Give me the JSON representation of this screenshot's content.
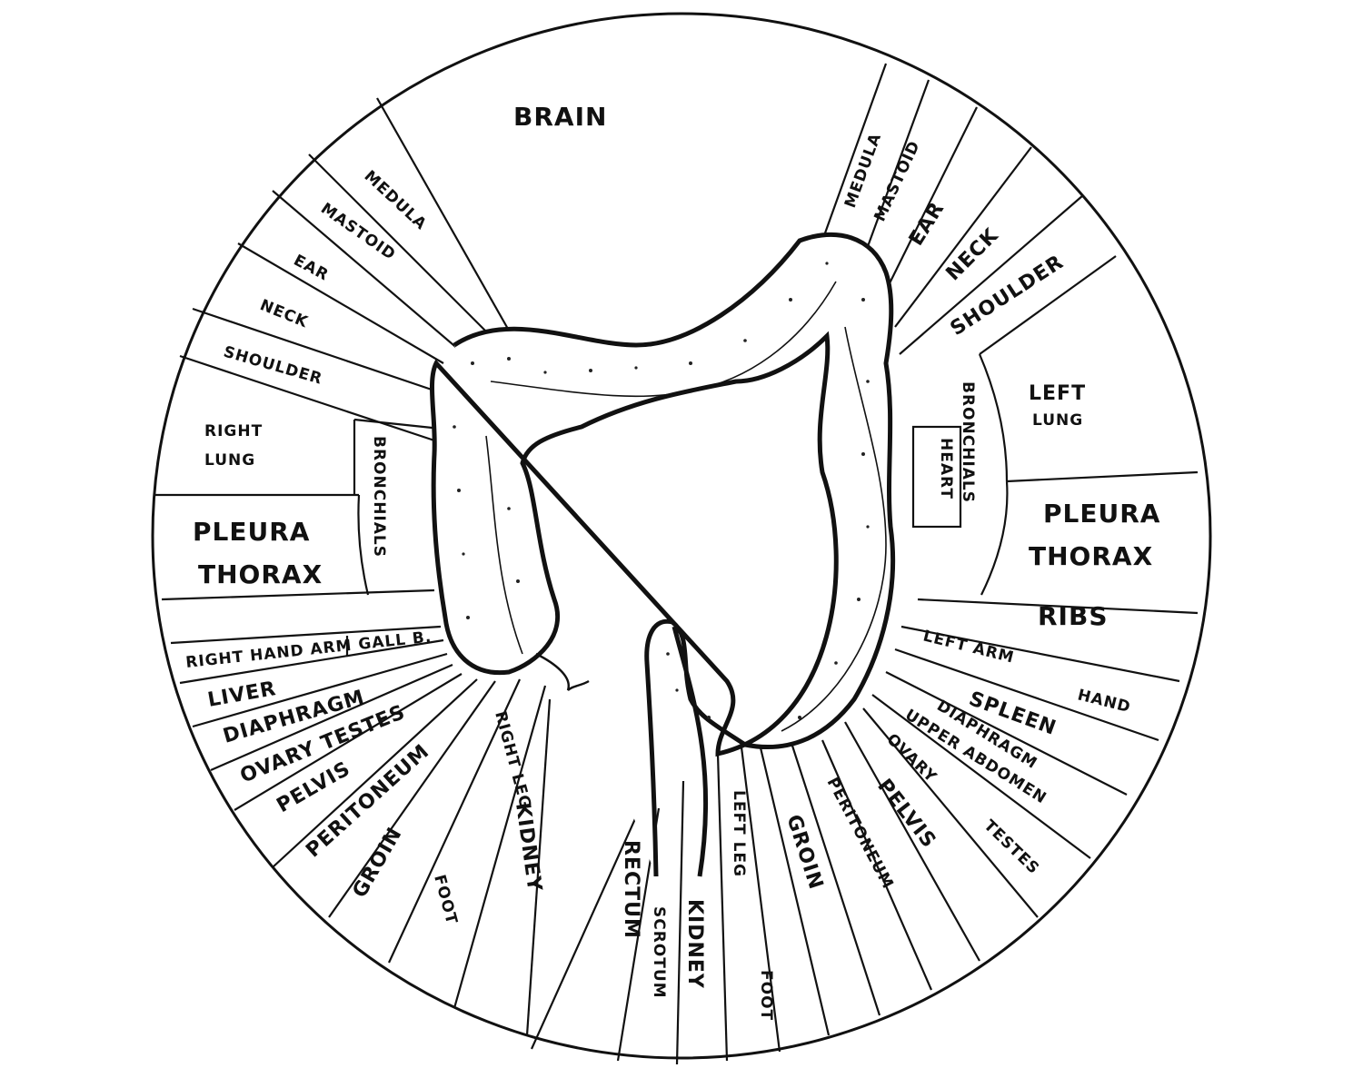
{
  "diagram": {
    "labels": {
      "brain": "BRAIN",
      "r_medula": "MEDULA",
      "r_mastoid": "MASTOID",
      "r_ear": "EAR",
      "r_neck": "NECK",
      "r_shoulder": "SHOULDER",
      "r_lung_1": "RIGHT",
      "r_lung_2": "LUNG",
      "r_bronchials": "BRONCHIALS",
      "r_pleura": "PLEURA",
      "r_thorax": "THORAX",
      "r_hand_arm": "RIGHT HAND ARM",
      "gall": "GALL B.",
      "liver": "LIVER",
      "r_diaphragm": "DIAPHRAGM",
      "r_ovary_testes": "OVARY TESTES",
      "r_pelvis": "PELVIS",
      "r_peritoneum": "PERITONEUM",
      "r_groin": "GROIN",
      "r_leg": "RIGHT LEG",
      "r_foot": "FOOT",
      "r_kidney": "KIDNEY",
      "rectum": "RECTUM",
      "scrotum": "SCROTUM",
      "l_kidney": "KIDNEY",
      "l_leg": "LEFT LEG",
      "l_foot": "FOOT",
      "l_groin": "GROIN",
      "l_peritoneum": "PERITONEUM",
      "l_pelvis": "PELVIS",
      "l_ovary": "OVARY",
      "l_testes": "TESTES",
      "l_diaphragm": "DIAPHRAGM",
      "upper_abdomen": "UPPER ABDOMEN",
      "spleen": "SPLEEN",
      "l_arm": "LEFT ARM",
      "l_hand": "HAND",
      "ribs": "RIBS",
      "l_pleura": "PLEURA",
      "l_thorax": "THORAX",
      "heart": "HEART",
      "l_bronchials": "BRONCHIALS",
      "l_lung_1": "LEFT",
      "l_lung_2": "LUNG",
      "l_shoulder": "SHOULDER",
      "l_neck": "NECK",
      "l_ear": "EAR",
      "l_mastoid": "MASTOID",
      "l_medula": "MEDULA"
    }
  }
}
